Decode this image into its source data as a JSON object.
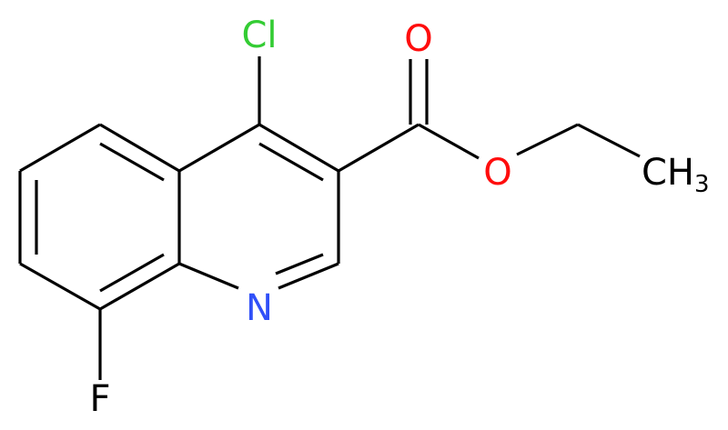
{
  "molecule": {
    "atoms": {
      "cl": {
        "text": "Cl",
        "color": "#33cc33"
      },
      "o_carbonyl": {
        "text": "O",
        "color": "#ff0d0d"
      },
      "o_ester": {
        "text": "O",
        "color": "#ff0d0d"
      },
      "n": {
        "text": "N",
        "color": "#3050f8"
      },
      "f": {
        "text": "F",
        "color": "#000000"
      },
      "ch3": {
        "text": "CH",
        "sub": "3",
        "color": "#000000"
      }
    },
    "bond_color": "#000000"
  }
}
